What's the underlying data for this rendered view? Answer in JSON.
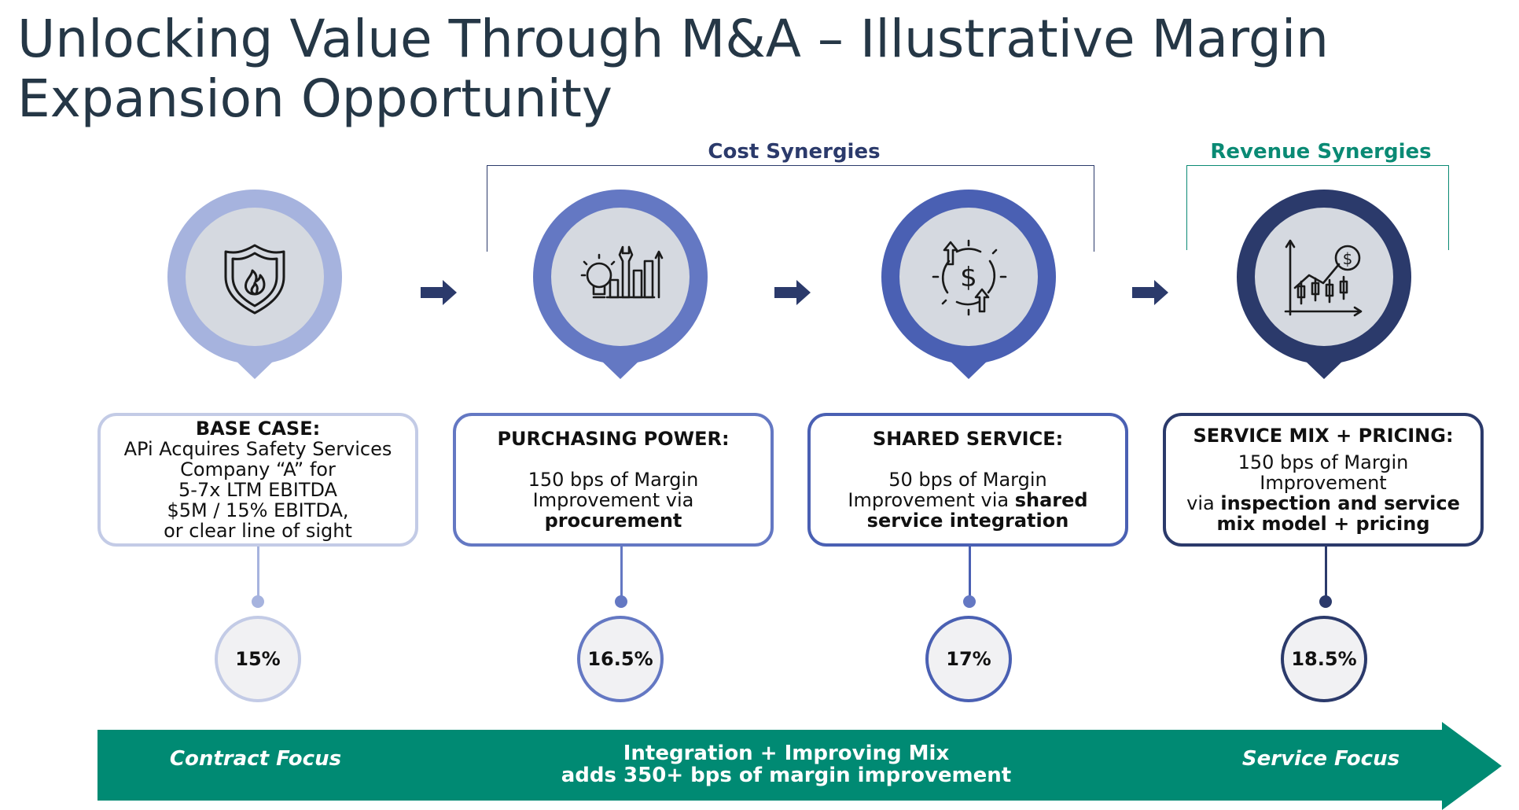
{
  "title": {
    "line1": "Unlocking Value Through M&A – Illustrative Margin",
    "line2": "Expansion Opportunity"
  },
  "groups": {
    "cost": {
      "label": "Cost Synergies",
      "color": "#2b3a6b"
    },
    "revenue": {
      "label": "Revenue Synergies",
      "color": "#0a8a74"
    }
  },
  "steps": [
    {
      "icon": "shield-flame-icon",
      "color": "#a6b3de",
      "card_title": "BASE CASE:",
      "body_lines": [
        "APi Acquires Safety Services",
        "Company “A” for",
        "5-7x LTM EBITDA",
        "$5M / 15% EBITDA,",
        "or clear line of sight"
      ],
      "margin": "15%"
    },
    {
      "icon": "lightbulb-wrench-chart-icon",
      "color": "#6478c3",
      "card_title": "PURCHASING POWER:",
      "body_line1": "150 bps of Margin",
      "body_line2": "Improvement via",
      "body_bold": "procurement",
      "margin": "16.5%"
    },
    {
      "icon": "dollar-cycle-arrows-icon",
      "color": "#4a60b3",
      "card_title": "SHARED SERVICE:",
      "body_line1": "50 bps of Margin",
      "body_line2_plain": "Improvement via ",
      "body_line2_bold": "shared",
      "body_bold": "service integration",
      "margin": "17%"
    },
    {
      "icon": "candlestick-dollar-chart-icon",
      "color": "#2b3a6b",
      "card_title": "SERVICE MIX + PRICING:",
      "body_line1": "150 bps of Margin",
      "body_line2": "Improvement",
      "body_line3_plain": "via ",
      "body_line3_bold": "inspection and service",
      "body_bold": "mix model + pricing",
      "margin": "18.5%"
    }
  ],
  "band": {
    "color": "#008a73",
    "left_label": "Contract Focus",
    "center_line1": "Integration + Improving Mix",
    "center_line2": "adds 350+ bps of margin improvement",
    "right_label": "Service Focus"
  },
  "arrow_color": "#2b3a6b",
  "inner_circle_color": "#d5d9e0"
}
